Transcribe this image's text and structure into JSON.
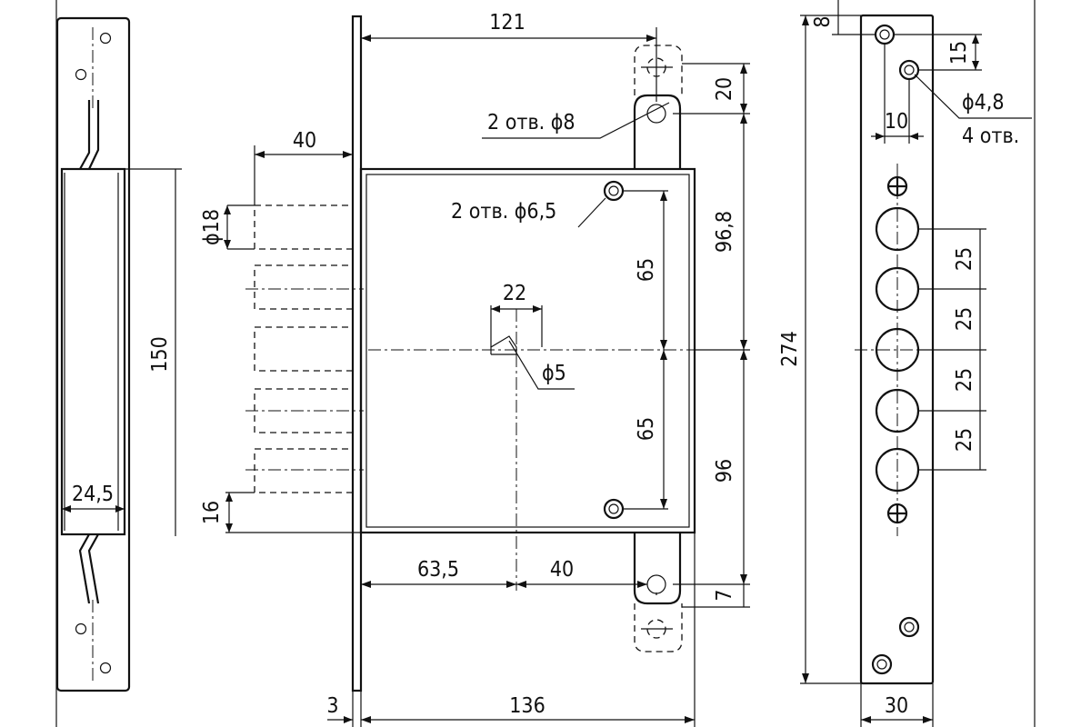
{
  "dimensions": {
    "d121": "121",
    "d20": "20",
    "d40_top": "40",
    "d96_8": "96,8",
    "d18": "ϕ18",
    "d22": "22",
    "d65_top": "65",
    "d65_bottom": "65",
    "d5": "ϕ5",
    "d150": "150",
    "d24_5": "24,5",
    "d16": "16",
    "d96": "96",
    "d274": "274",
    "d63_5": "63,5",
    "d40_bottom": "40",
    "d7": "7",
    "d3": "3",
    "d136": "136",
    "d8": "8",
    "d15": "15",
    "d10": "10",
    "d4_8": "ϕ4,8",
    "d30": "30",
    "d25_1": "25",
    "d25_2": "25",
    "d25_3": "25",
    "d25_4": "25"
  },
  "callouts": {
    "holes_8": "2 отв. ϕ8",
    "holes_6_5": "2 отв. ϕ6,5",
    "holes_4": "4 отв."
  },
  "colors": {
    "line": "#111111",
    "background": "#ffffff"
  }
}
